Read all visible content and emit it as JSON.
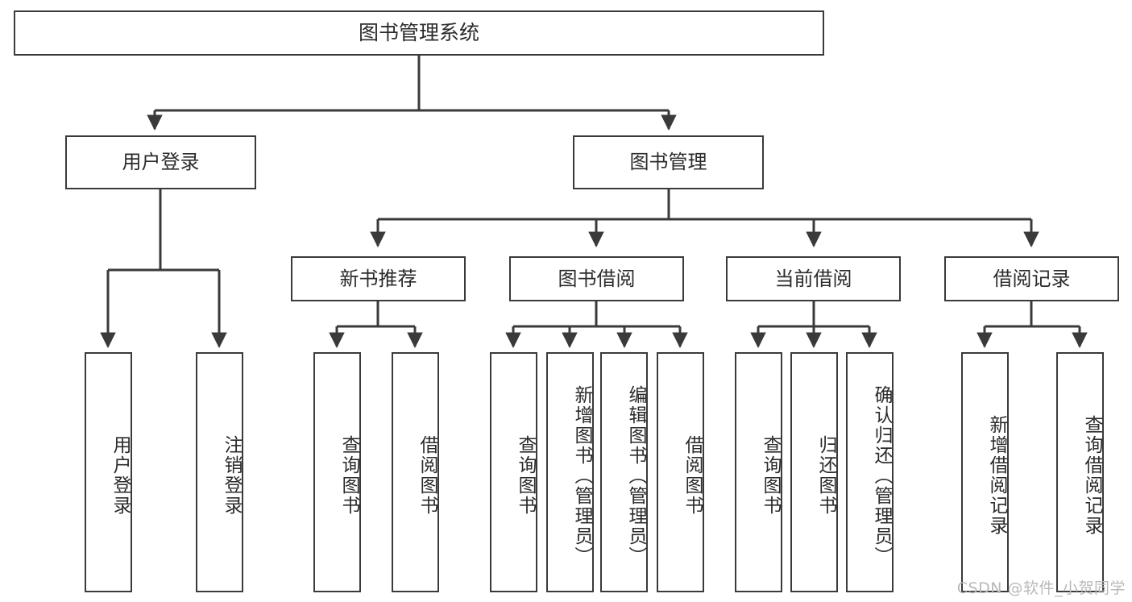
{
  "diagram": {
    "title": "图书管理系统",
    "type": "tree",
    "stroke_color": "#3a3a3a",
    "text_color": "#2b2b2b",
    "background_color": "#ffffff",
    "nodes": {
      "root": {
        "label": "图书管理系统"
      },
      "level1": [
        {
          "label": "用户登录"
        },
        {
          "label": "图书管理"
        }
      ],
      "level2": [
        {
          "label": "新书推荐"
        },
        {
          "label": "图书借阅"
        },
        {
          "label": "当前借阅"
        },
        {
          "label": "借阅记录"
        }
      ],
      "login_children": [
        {
          "label": "用户登录"
        },
        {
          "label": "注销登录"
        }
      ],
      "newbook_children": [
        {
          "label": "查询图书"
        },
        {
          "label": "借阅图书"
        }
      ],
      "borrow_children": [
        {
          "label": "查询图书"
        },
        {
          "label": "新增图书（管理员）"
        },
        {
          "label": "编辑图书（管理员）"
        },
        {
          "label": "借阅图书"
        }
      ],
      "current_children": [
        {
          "label": "查询图书"
        },
        {
          "label": "归还图书"
        },
        {
          "label": "确认归还（管理员）"
        }
      ],
      "record_children": [
        {
          "label": "新增借阅记录"
        },
        {
          "label": "查询借阅记录"
        }
      ]
    }
  },
  "watermark": {
    "text": "CSDN @软件_小贺同学"
  }
}
